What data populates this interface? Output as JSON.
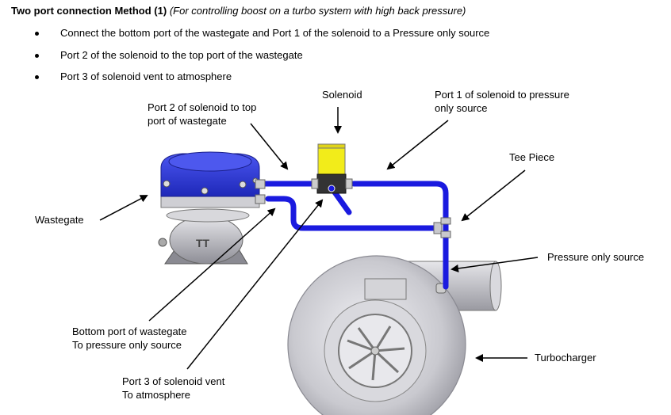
{
  "heading": {
    "bold": "Two port connection Method (1)",
    "italic": "(For controlling boost on a turbo system with high back pressure)"
  },
  "bullets": [
    "Connect the bottom port of the wastegate and Port 1 of the solenoid to a Pressure only source",
    "Port 2 of the solenoid to the top port of the wastegate",
    "Port 3 of solenoid vent to atmosphere"
  ],
  "labels": {
    "solenoid": "Solenoid",
    "port2_line1": "Port 2 of solenoid to top",
    "port2_line2": "port of wastegate",
    "port1_line1": "Port 1 of solenoid to pressure",
    "port1_line2": "only source",
    "tee": "Tee Piece",
    "wastegate": "Wastegate",
    "pressure_source": "Pressure only source",
    "bottom_port_line1": "Bottom port of wastegate",
    "bottom_port_line2": "To pressure only source",
    "port3_line1": "Port 3 of solenoid vent",
    "port3_line2": "To atmosphere",
    "turbo": "Turbocharger"
  },
  "colors": {
    "hose": "#1a1adf",
    "wastegate_cap": "#2a35d8",
    "solenoid_body": "#f2ec1a",
    "metal": "#c8c8cc"
  }
}
